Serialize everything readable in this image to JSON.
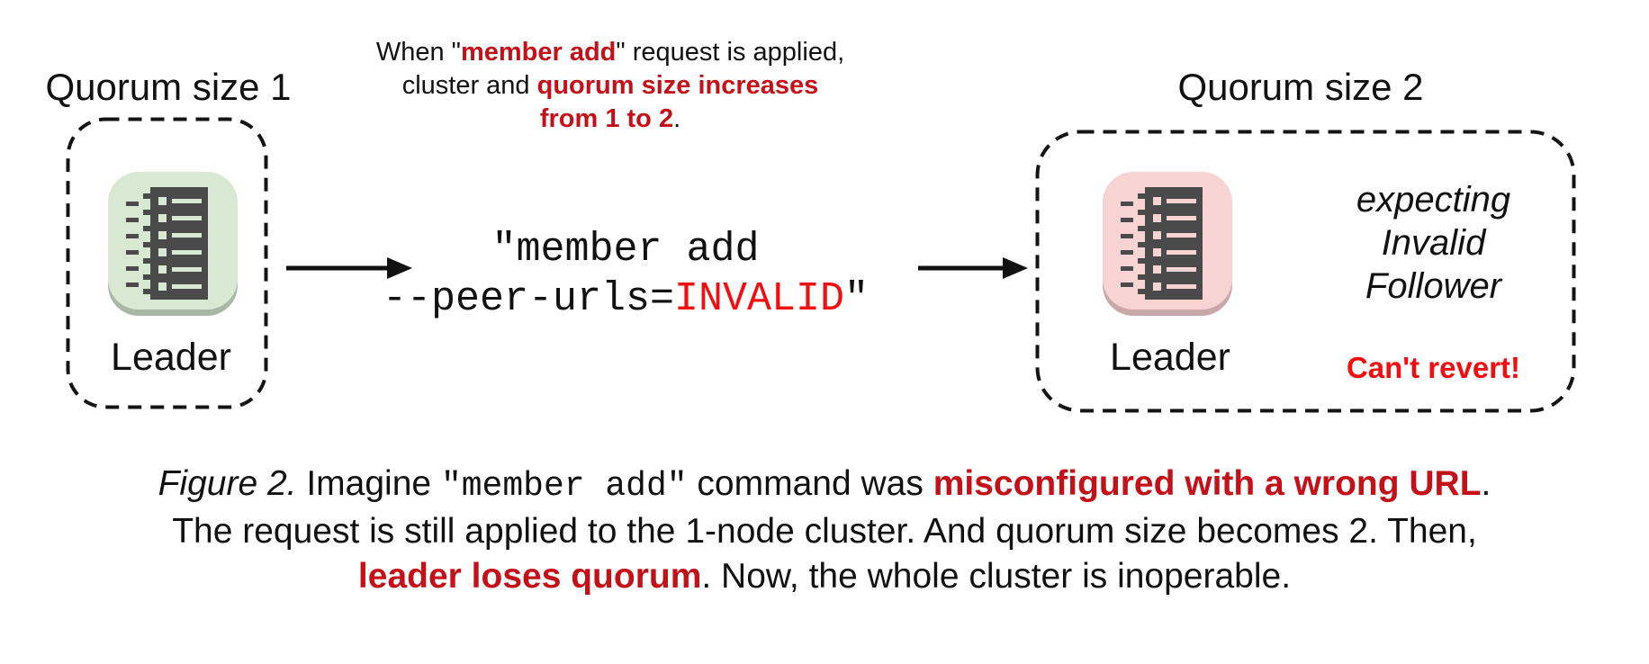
{
  "colors": {
    "text": "#111111",
    "crimson": "#c41119",
    "bright_red": "#f30d10",
    "green_node_bg": "#d9e8d3",
    "green_node_rim": "#a9b8a6",
    "pink_node_bg": "#f8d3d4",
    "pink_node_rim": "#c9a8ab",
    "node_glyph": "#4a4a4a"
  },
  "left_cluster": {
    "title": "Quorum size 1",
    "node": {
      "icon": "member-ledger-icon",
      "label": "Leader"
    }
  },
  "right_cluster": {
    "title": "Quorum size 2",
    "node": {
      "icon": "member-ledger-icon",
      "label": "Leader"
    },
    "expectation_lines": [
      "expecting",
      "Invalid",
      "Follower"
    ],
    "warning": "Can't revert!"
  },
  "annotation": {
    "line1": [
      "When \"",
      "member add",
      "\" request is applied,"
    ],
    "line2": [
      "cluster and ",
      "quorum size increases"
    ],
    "line3": [
      "from 1 to 2",
      "."
    ]
  },
  "command": {
    "line1": "\"member add",
    "line2": [
      "--peer-urls=",
      "INVALID",
      "\""
    ]
  },
  "caption": {
    "line1": [
      "Figure 2.",
      " Imagine ",
      "\"member add\"",
      " command was ",
      "misconfigured with a wrong URL",
      "."
    ],
    "line2": [
      "The request is still applied to the 1-node cluster. And quorum size becomes 2. Then,"
    ],
    "line3": [
      "leader loses quorum",
      ". Now, the whole cluster is inoperable."
    ]
  }
}
